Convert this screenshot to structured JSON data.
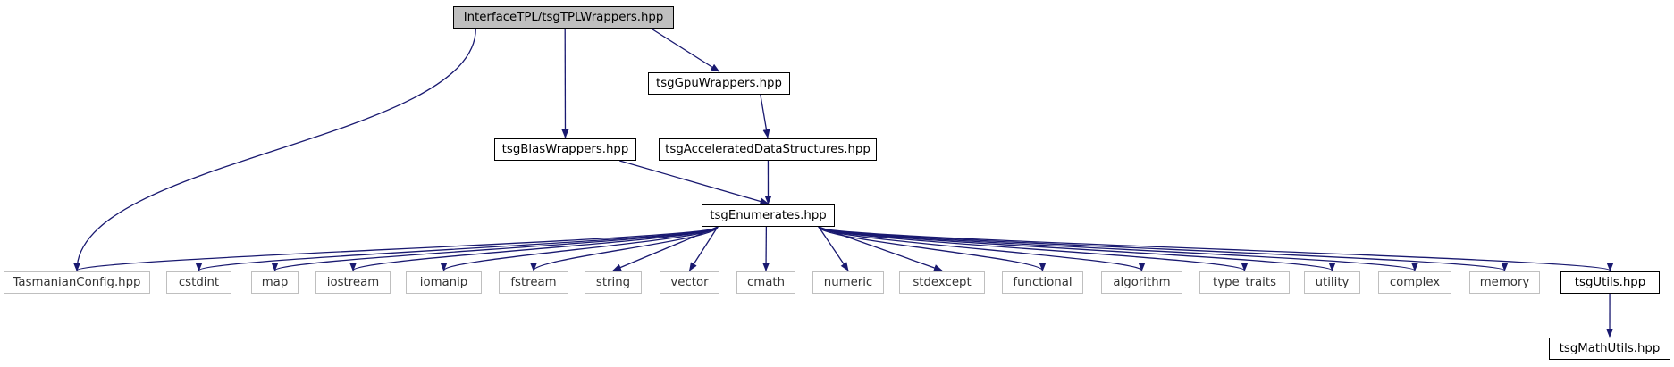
{
  "colors": {
    "edge": "#191970",
    "root_fill": "#bfbfbf",
    "internal_border": "#000000",
    "system_border": "#bfbfbf"
  },
  "nodes": {
    "root": "InterfaceTPL/tsgTPLWrappers.hpp",
    "gpu_wrappers": "tsgGpuWrappers.hpp",
    "blas_wrappers": "tsgBlasWrappers.hpp",
    "accel_structures": "tsgAcceleratedDataStructures.hpp",
    "enumerates": "tsgEnumerates.hpp",
    "tasmanian_config": "TasmanianConfig.hpp",
    "cstdint": "cstdint",
    "map": "map",
    "iostream": "iostream",
    "iomanip": "iomanip",
    "fstream": "fstream",
    "string": "string",
    "vector": "vector",
    "cmath": "cmath",
    "numeric": "numeric",
    "stdexcept": "stdexcept",
    "functional": "functional",
    "algorithm": "algorithm",
    "type_traits": "type_traits",
    "utility": "utility",
    "complex": "complex",
    "memory": "memory",
    "utils": "tsgUtils.hpp",
    "math_utils": "tsgMathUtils.hpp"
  },
  "edges": [
    [
      "root",
      "tasmanian_config"
    ],
    [
      "root",
      "blas_wrappers"
    ],
    [
      "root",
      "gpu_wrappers"
    ],
    [
      "gpu_wrappers",
      "accel_structures"
    ],
    [
      "blas_wrappers",
      "enumerates"
    ],
    [
      "accel_structures",
      "enumerates"
    ],
    [
      "enumerates",
      "tasmanian_config"
    ],
    [
      "enumerates",
      "cstdint"
    ],
    [
      "enumerates",
      "map"
    ],
    [
      "enumerates",
      "iostream"
    ],
    [
      "enumerates",
      "iomanip"
    ],
    [
      "enumerates",
      "fstream"
    ],
    [
      "enumerates",
      "string"
    ],
    [
      "enumerates",
      "vector"
    ],
    [
      "enumerates",
      "cmath"
    ],
    [
      "enumerates",
      "numeric"
    ],
    [
      "enumerates",
      "stdexcept"
    ],
    [
      "enumerates",
      "functional"
    ],
    [
      "enumerates",
      "algorithm"
    ],
    [
      "enumerates",
      "type_traits"
    ],
    [
      "enumerates",
      "utility"
    ],
    [
      "enumerates",
      "complex"
    ],
    [
      "enumerates",
      "memory"
    ],
    [
      "enumerates",
      "utils"
    ],
    [
      "utils",
      "math_utils"
    ]
  ]
}
